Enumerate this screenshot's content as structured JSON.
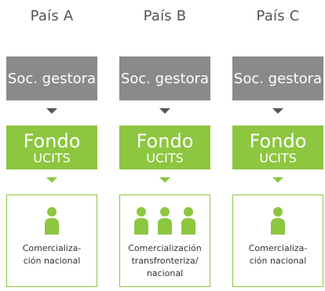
{
  "columns": [
    {
      "title": "País A",
      "manager_label": "Soc. gestora",
      "fund_label": "Fondo",
      "fund_sub_label": "UCITS",
      "person_count": 1,
      "marketing_line_1": "Comercializa-",
      "marketing_line_2": "ción nacional",
      "marketing_line_3": ""
    },
    {
      "title": "País B",
      "manager_label": "Soc. gestora",
      "fund_label": "Fondo",
      "fund_sub_label": "UCITS",
      "person_count": 3,
      "marketing_line_1": "Comercialización",
      "marketing_line_2": "transfronteriza/",
      "marketing_line_3": "nacional"
    },
    {
      "title": "País C",
      "manager_label": "Soc. gestora",
      "fund_label": "Fondo",
      "fund_sub_label": "UCITS",
      "person_count": 1,
      "marketing_line_1": "Comercializa-",
      "marketing_line_2": "ción nacional",
      "marketing_line_3": ""
    }
  ],
  "colors": {
    "gray_box": "#8a8a8a",
    "green": "#8dc63f",
    "dark_arrow": "#555555",
    "title_text": "#555555"
  },
  "icons": {
    "gray_arrow": "triangle-down-icon",
    "green_arrow": "triangle-down-icon",
    "person": "person-icon"
  }
}
